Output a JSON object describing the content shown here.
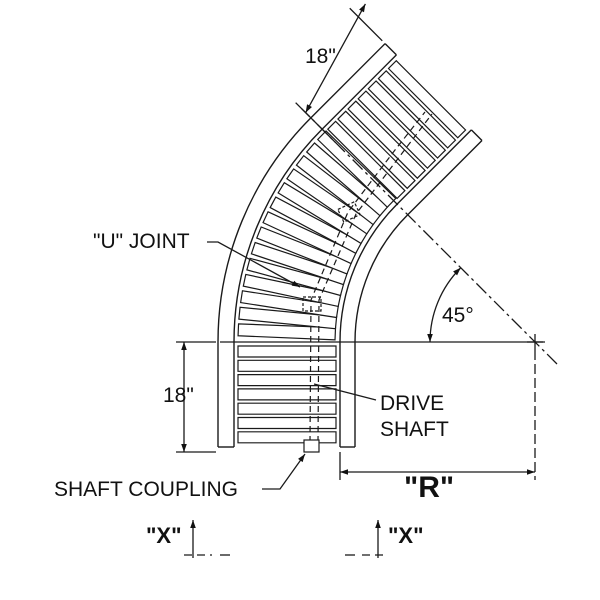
{
  "labels": {
    "top_width": "18\"",
    "side_width": "18\"",
    "u_joint": "\"U\" JOINT",
    "angle": "45°",
    "drive_shaft_line1": "DRIVE",
    "drive_shaft_line2": "SHAFT",
    "shaft_coupling": "SHAFT COUPLING",
    "radius": "\"R\"",
    "section_left": "\"X\"",
    "section_right": "\"X\""
  },
  "colors": {
    "line": "#1a1a1a"
  }
}
